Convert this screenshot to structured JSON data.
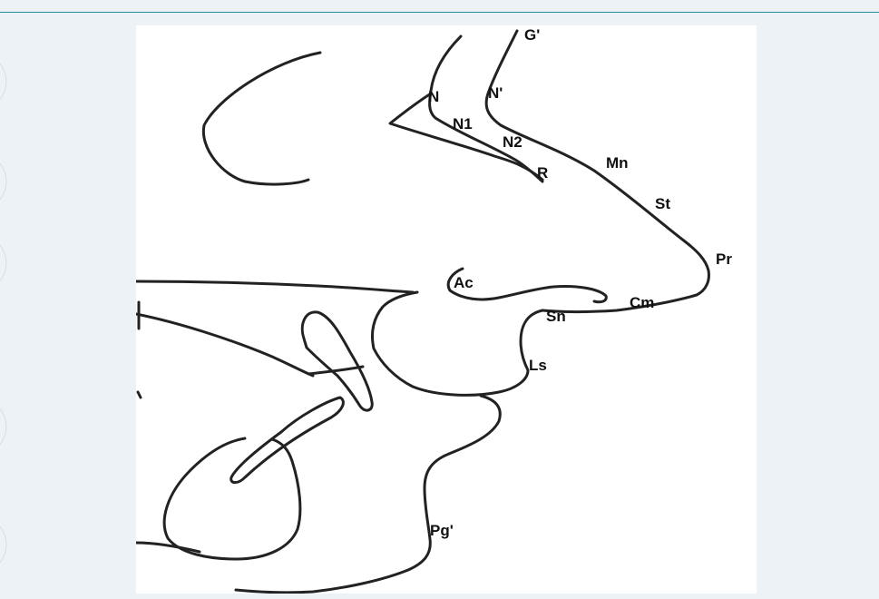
{
  "figure": {
    "landmarks": {
      "G_prime": "G'",
      "N": "N",
      "N_prime": "N'",
      "N1": "N1",
      "N2": "N2",
      "R": "R",
      "Mn": "Mn",
      "St": "St",
      "Pr": "Pr",
      "Ac": "Ac",
      "Cm": "Cm",
      "Sn": "Sn",
      "Ls": "Ls",
      "Pg_prime": "Pg'"
    }
  },
  "colors": {
    "page_background": "#edf2f6",
    "panel_background": "#ffffff",
    "top_rule": "#2b8c9c",
    "line": "#222222"
  }
}
